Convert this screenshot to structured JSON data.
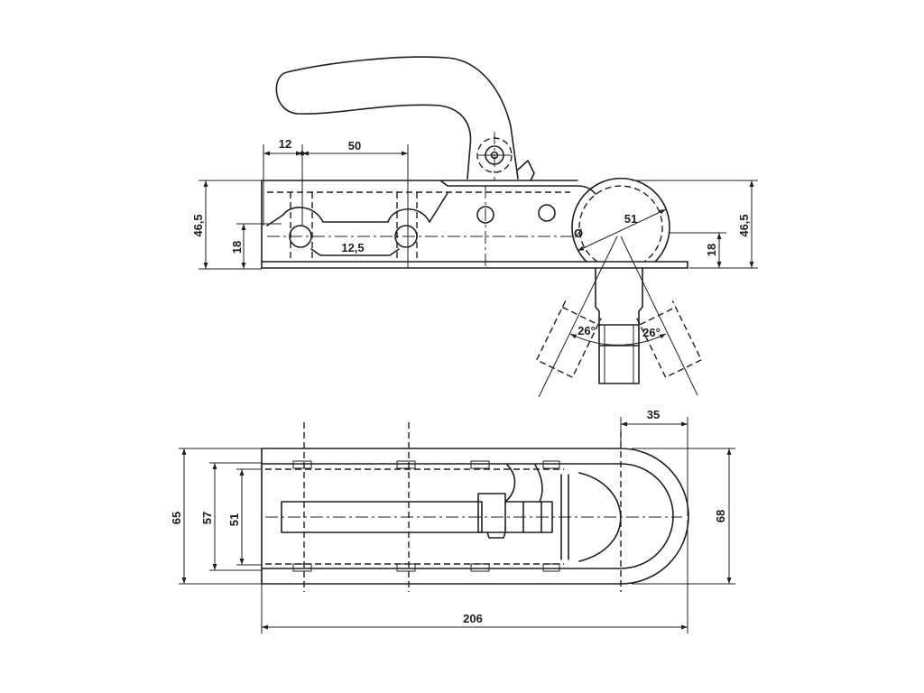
{
  "colors": {
    "line": "#1f1f1f",
    "background": "#ffffff"
  },
  "side_view": {
    "dims": {
      "offset": "12",
      "hole_spacing": "50",
      "height_left": "46,5",
      "hole_height_left": "18",
      "slot": "12,5",
      "ball_diameter": "51",
      "diameter_symbol": "Ø",
      "height_right": "46,5",
      "ball_height_right": "18",
      "swing_left": "26°",
      "swing_right": "26°"
    }
  },
  "plan_view": {
    "dims": {
      "nose_radius": "35",
      "outer_width": "65",
      "mid_width": "57",
      "inner_width": "51",
      "overall_width": "68",
      "length": "206"
    }
  }
}
